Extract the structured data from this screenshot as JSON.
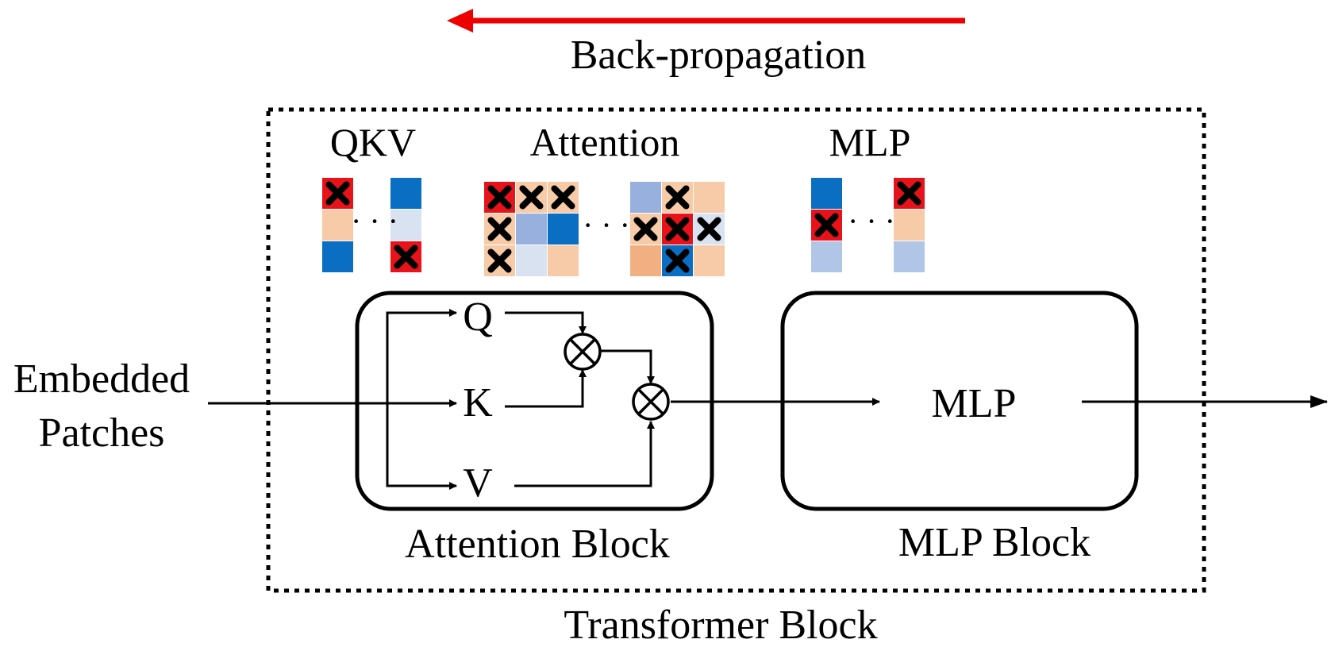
{
  "backprop": {
    "label": "Back-propagation",
    "arrow_color": "#ee0000"
  },
  "input_label": [
    "Embedded",
    "Patches"
  ],
  "transformer": {
    "label": "Transformer Block"
  },
  "attention_block": {
    "label": "Attention Block",
    "q": "Q",
    "k": "K",
    "v": "V",
    "op_symbol": "⊗"
  },
  "mlp_block": {
    "label": "MLP Block",
    "inner": "MLP"
  },
  "headers": {
    "qkv": "QKV",
    "attention": "Attention",
    "mlp": "MLP"
  },
  "ellipsis": "· · ·",
  "palette": {
    "dark_blue": "#0a6fc2",
    "light_blue": "#d8e2f1",
    "mid_blue": "#98b0de",
    "pale_blue": "#b1c6e7",
    "peach": "#f7cba7",
    "orange": "#f2b082",
    "red": "#e8121b"
  },
  "legend_matrices": {
    "qkv_left": [
      [
        "red-x"
      ],
      [
        "peach"
      ],
      [
        "dark_blue"
      ]
    ],
    "qkv_right": [
      [
        "dark_blue"
      ],
      [
        "light_blue"
      ],
      [
        "red-x"
      ]
    ],
    "attn_left": [
      [
        "red-x",
        "peach-x",
        "peach-x"
      ],
      [
        "peach-x",
        "mid_blue",
        "dark_blue"
      ],
      [
        "peach-x",
        "light_blue",
        "peach"
      ]
    ],
    "attn_right": [
      [
        "mid_blue",
        "peach-x",
        "peach"
      ],
      [
        "peach-x",
        "red-x",
        "light_blue-x"
      ],
      [
        "orange",
        "dark_blue-x",
        "peach"
      ]
    ],
    "mlp_left": [
      [
        "dark_blue"
      ],
      [
        "red-x"
      ],
      [
        "pale_blue"
      ]
    ],
    "mlp_right": [
      [
        "red-x"
      ],
      [
        "peach"
      ],
      [
        "pale_blue"
      ]
    ]
  }
}
